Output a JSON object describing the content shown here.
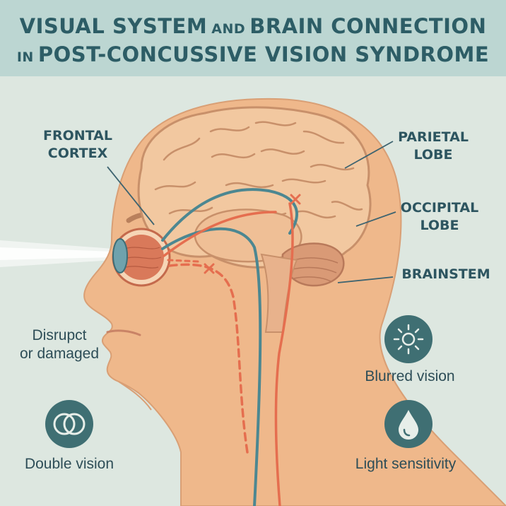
{
  "title": {
    "line1_part1": "VISUAL SYSTEM",
    "line1_connector": "AND",
    "line1_part2": "BRAIN CONNECTION",
    "line2_connector": "IN",
    "line2_main": "POST-CONCUSSIVE VISION SYNDROME"
  },
  "labels": {
    "frontal_line1": "FRONTAL",
    "frontal_line2": "CORTEX",
    "parietal_line1": "PARIETAL",
    "parietal_line2": "LOBE",
    "occipital_line1": "OCCIPITAL",
    "occipital_line2": "LOBE",
    "brainstem": "BRAINSTEM"
  },
  "captions": {
    "disrupted_line1": "Disrupct",
    "disrupted_line2": "or damaged",
    "double_vision": "Double vision",
    "blurred_vision": "Blurred vision",
    "light_sensitivity": "Light sensitivity"
  },
  "icons": {
    "double_vision": "overlapping-circles-icon",
    "blurred_vision": "sun-burst-icon",
    "light_sensitivity": "droplet-icon"
  },
  "colors": {
    "background": "#dde7e0",
    "banner": "#bcd6d2",
    "title": "#2d5d66",
    "skin": "#efb88b",
    "brain": "#f2c8a0",
    "nerve_blue": "#4c8791",
    "nerve_red": "#e56e4f",
    "badge": "#3f6f73"
  }
}
